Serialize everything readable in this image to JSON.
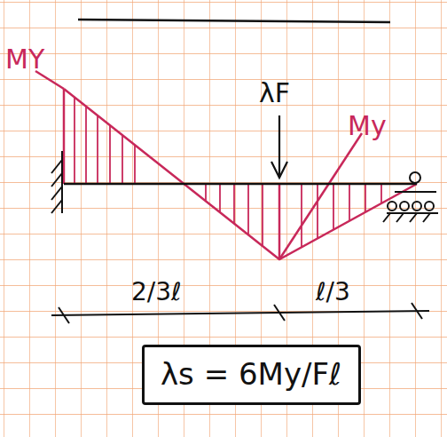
{
  "diagram": {
    "nodes": [
      {
        "text": [
          "λs = 6My/Fℓ"
        ]
      }
    ],
    "labels": [
      "MY",
      "λF",
      "My",
      "2/3ℓ",
      "ℓ/3"
    ]
  }
}
